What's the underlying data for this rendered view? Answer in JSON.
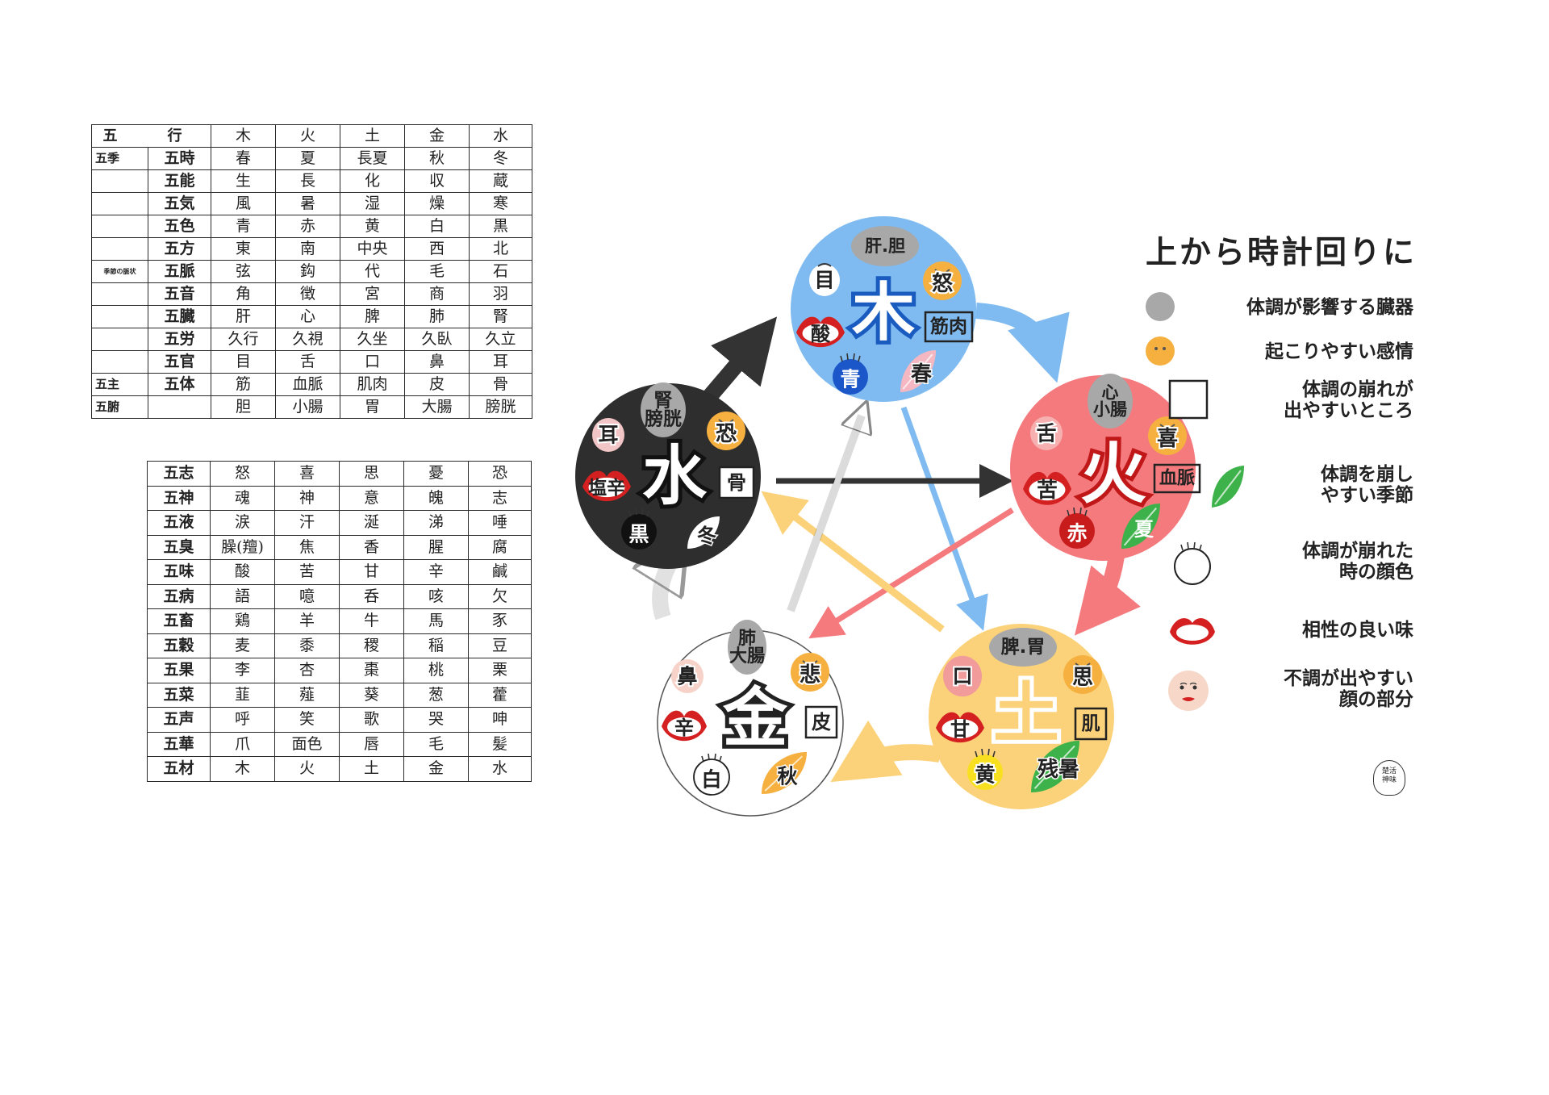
{
  "table_top": {
    "header": {
      "label": "五　行",
      "elements": [
        "木",
        "火",
        "土",
        "金",
        "水"
      ]
    },
    "rows": [
      {
        "group": "五季",
        "category": "五時",
        "values": [
          "春",
          "夏",
          "長夏",
          "秋",
          "冬"
        ]
      },
      {
        "group": "",
        "category": "五能",
        "values": [
          "生",
          "長",
          "化",
          "収",
          "蔵"
        ]
      },
      {
        "group": "",
        "category": "五気",
        "values": [
          "風",
          "暑",
          "湿",
          "燥",
          "寒"
        ]
      },
      {
        "group": "",
        "category": "五色",
        "values": [
          "青",
          "赤",
          "黄",
          "白",
          "黒"
        ]
      },
      {
        "group": "",
        "category": "五方",
        "values": [
          "東",
          "南",
          "中央",
          "西",
          "北"
        ]
      },
      {
        "group": "季節の脈状",
        "category": "五脈",
        "values": [
          "弦",
          "鈎",
          "代",
          "毛",
          "石"
        ]
      },
      {
        "group": "",
        "category": "五音",
        "values": [
          "角",
          "徴",
          "宮",
          "商",
          "羽"
        ]
      },
      {
        "group": "",
        "category": "五臓",
        "values": [
          "肝",
          "心",
          "脾",
          "肺",
          "腎"
        ]
      },
      {
        "group": "",
        "category": "五労",
        "values": [
          "久行",
          "久視",
          "久坐",
          "久臥",
          "久立"
        ]
      },
      {
        "group": "",
        "category": "五官",
        "values": [
          "目",
          "舌",
          "口",
          "鼻",
          "耳"
        ]
      },
      {
        "group": "五主",
        "category": "五体",
        "values": [
          "筋",
          "血脈",
          "肌肉",
          "皮",
          "骨"
        ]
      },
      {
        "group": "五腑",
        "category": "",
        "values": [
          "胆",
          "小腸",
          "胃",
          "大腸",
          "膀胱"
        ]
      }
    ]
  },
  "table_bottom": {
    "rows": [
      {
        "category": "五志",
        "values": [
          "怒",
          "喜",
          "思",
          "憂",
          "恐"
        ]
      },
      {
        "category": "五神",
        "values": [
          "魂",
          "神",
          "意",
          "魄",
          "志"
        ]
      },
      {
        "category": "五液",
        "values": [
          "涙",
          "汗",
          "涎",
          "涕",
          "唾"
        ]
      },
      {
        "category": "五臭",
        "values": [
          "臊(羶)",
          "焦",
          "香",
          "腥",
          "腐"
        ]
      },
      {
        "category": "五味",
        "values": [
          "酸",
          "苦",
          "甘",
          "辛",
          "鹹"
        ]
      },
      {
        "category": "五病",
        "values": [
          "語",
          "噫",
          "呑",
          "咳",
          "欠"
        ]
      },
      {
        "category": "五畜",
        "values": [
          "鶏",
          "羊",
          "牛",
          "馬",
          "豕"
        ]
      },
      {
        "category": "五穀",
        "values": [
          "麦",
          "黍",
          "稷",
          "稲",
          "豆"
        ]
      },
      {
        "category": "五果",
        "values": [
          "李",
          "杏",
          "棗",
          "桃",
          "栗"
        ]
      },
      {
        "category": "五菜",
        "values": [
          "韮",
          "薤",
          "葵",
          "葱",
          "藿"
        ]
      },
      {
        "category": "五声",
        "values": [
          "呼",
          "笑",
          "歌",
          "哭",
          "呻"
        ]
      },
      {
        "category": "五華",
        "values": [
          "爪",
          "面色",
          "唇",
          "毛",
          "髪"
        ]
      },
      {
        "category": "五材",
        "values": [
          "木",
          "火",
          "土",
          "金",
          "水"
        ]
      }
    ]
  },
  "diagram": {
    "colors": {
      "wood": "#7fbbf0",
      "fire": "#f47a7e",
      "earth": "#fbd27a",
      "metal": "#ffffff",
      "water": "#2e2e2e",
      "organ": "#a8a8a8",
      "emotion": "#f5b040",
      "leaf": "#3eb24a",
      "lips": "#d42020"
    },
    "elements": {
      "wood": {
        "name": "木",
        "organ": "肝.胆",
        "sense": "目",
        "emotion": "怒",
        "taste": "酸",
        "body": "筋肉",
        "color": "青",
        "season": "春"
      },
      "fire": {
        "name": "火",
        "organ": "心\n小腸",
        "sense": "舌",
        "emotion": "喜",
        "taste": "苦",
        "body": "血脈",
        "color": "赤",
        "season": "夏"
      },
      "earth": {
        "name": "土",
        "organ": "脾.胃",
        "sense": "口",
        "emotion": "思",
        "taste": "甘",
        "body": "肌",
        "color": "黄",
        "season": "残暑"
      },
      "metal": {
        "name": "金",
        "organ": "肺\n大腸",
        "sense": "鼻",
        "emotion": "悲",
        "taste": "辛",
        "body": "皮",
        "color": "白",
        "season": "秋"
      },
      "water": {
        "name": "水",
        "organ": "腎\n膀胱",
        "sense": "耳",
        "emotion": "恐",
        "taste": "塩辛",
        "body": "骨",
        "color": "黒",
        "season": "冬"
      }
    }
  },
  "legend": {
    "title": "上から時計回りに",
    "items": [
      {
        "icon": "gray-circle-icon",
        "label": "体調が影響する臓器"
      },
      {
        "icon": "orange-face-icon",
        "label": "起こりやすい感情"
      },
      {
        "icon": "square-box-icon",
        "label": "体調の崩れが\n出やすいところ"
      },
      {
        "icon": "green-leaf-icon",
        "label": "体調を崩し\nやすい季節"
      },
      {
        "icon": "face-outline-icon",
        "label": "体調が崩れた\n時の顔色"
      },
      {
        "icon": "lips-icon",
        "label": "相性の良い味"
      },
      {
        "icon": "face-parts-icon",
        "label": "不調が出やすい\n顔の部分"
      }
    ],
    "signature": "楚活\n神味"
  }
}
